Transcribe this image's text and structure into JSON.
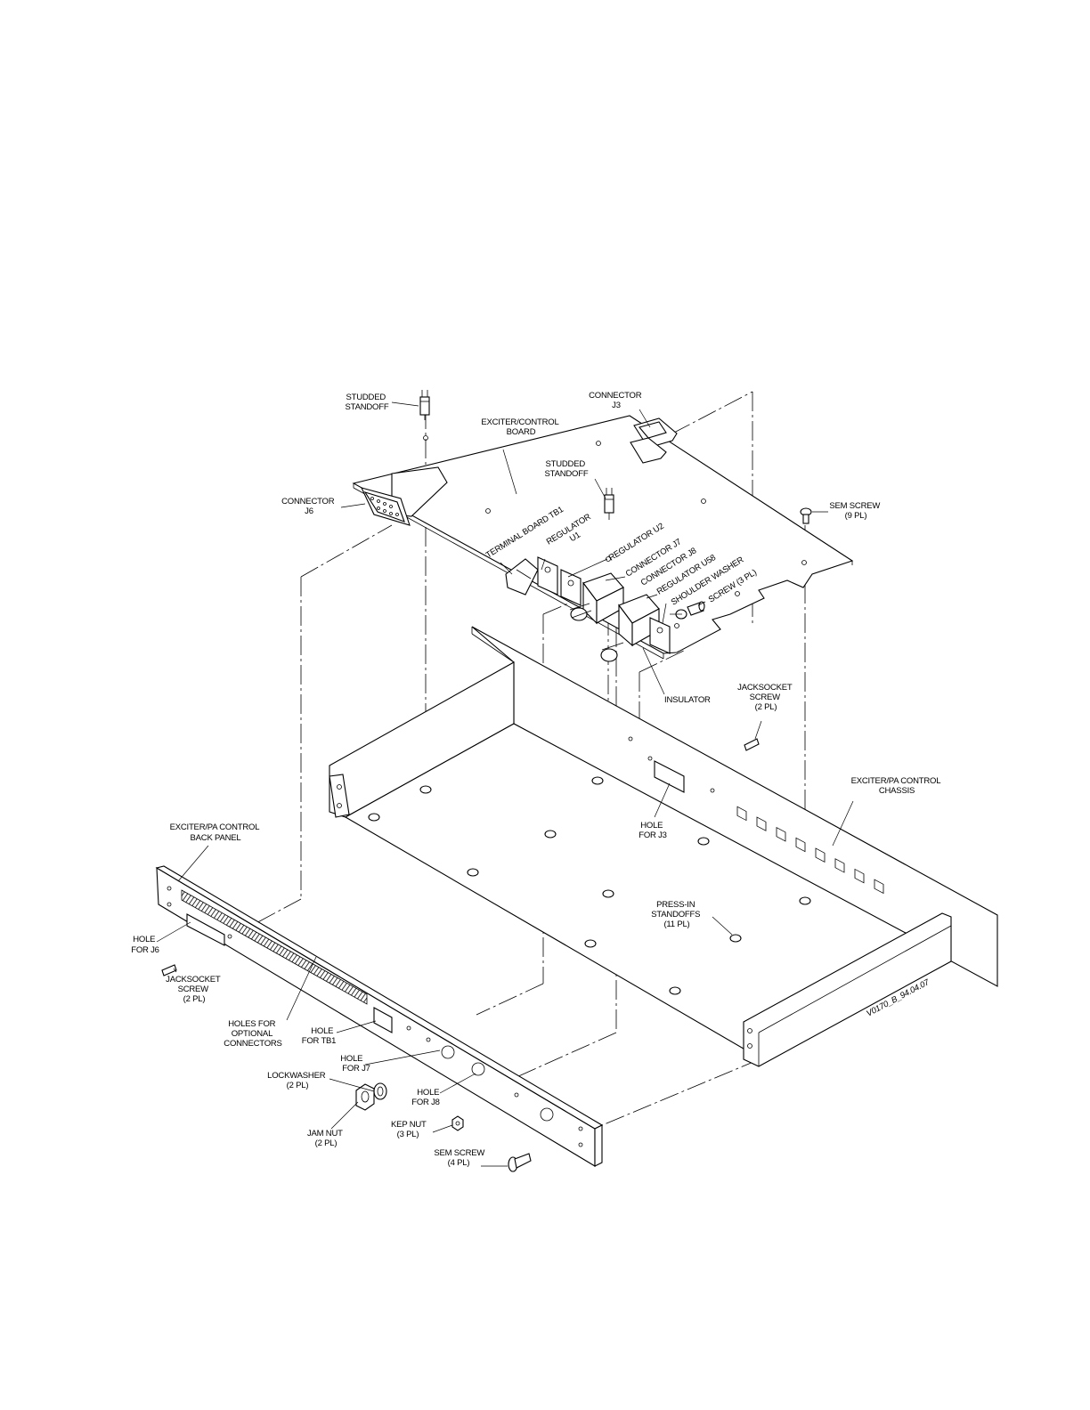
{
  "labels": {
    "studded_standoff_top": [
      "STUDDED",
      "STANDOFF"
    ],
    "connector_j3": [
      "CONNECTOR",
      "J3"
    ],
    "exciter_control_board": [
      "EXCITER/CONTROL",
      "BOARD"
    ],
    "studded_standoff_mid": [
      "STUDDED",
      "STANDOFF"
    ],
    "connector_j6": [
      "CONNECTOR",
      "J6"
    ],
    "sem_screw_9": [
      "SEM SCREW",
      "(9 PL)"
    ],
    "terminal_board_tb1": "TERMINAL BOARD TB1",
    "regulator_u1": [
      "REGULATOR",
      "U1"
    ],
    "regulator_u2": "REGULATOR U2",
    "connector_j7": "CONNECTOR J7",
    "connector_j8": "CONNECTOR J8",
    "regulator_u58": "REGULATOR U58",
    "shoulder_washer": "SHOULDER WASHER",
    "screw_3pl": "SCREW (3 PL)",
    "insulator": "INSULATOR",
    "jacksocket_screw_right": [
      "JACKSOCKET",
      "SCREW",
      "(2 PL)"
    ],
    "exciter_pa_control_chassis": [
      "EXCITER/PA CONTROL",
      "CHASSIS"
    ],
    "hole_for_j3": [
      "HOLE",
      "FOR J3"
    ],
    "exciter_pa_control_back_panel": [
      "EXCITER/PA CONTROL",
      "BACK PANEL"
    ],
    "press_in_standoffs": [
      "PRESS-IN",
      "STANDOFFS",
      "(11 PL)"
    ],
    "hole_for_j6": [
      "HOLE",
      "FOR J6"
    ],
    "jacksocket_screw_left": [
      "JACKSOCKET",
      "SCREW",
      "(2 PL)"
    ],
    "holes_for_optional_connectors": [
      "HOLES FOR",
      "OPTIONAL",
      "CONNECTORS"
    ],
    "hole_for_tb1": [
      "HOLE",
      "FOR TB1"
    ],
    "hole_for_j7": [
      "HOLE",
      "FOR J7"
    ],
    "lockwasher": [
      "LOCKWASHER",
      "(2 PL)"
    ],
    "hole_for_j8": [
      "HOLE",
      "FOR J8"
    ],
    "jam_nut": [
      "JAM NUT",
      "(2 PL)"
    ],
    "kep_nut": [
      "KEP NUT",
      "(3 PL)"
    ],
    "sem_screw_4": [
      "SEM SCREW",
      "(4 PL)"
    ],
    "drawing_id": "V0170_B_94.04.07"
  }
}
